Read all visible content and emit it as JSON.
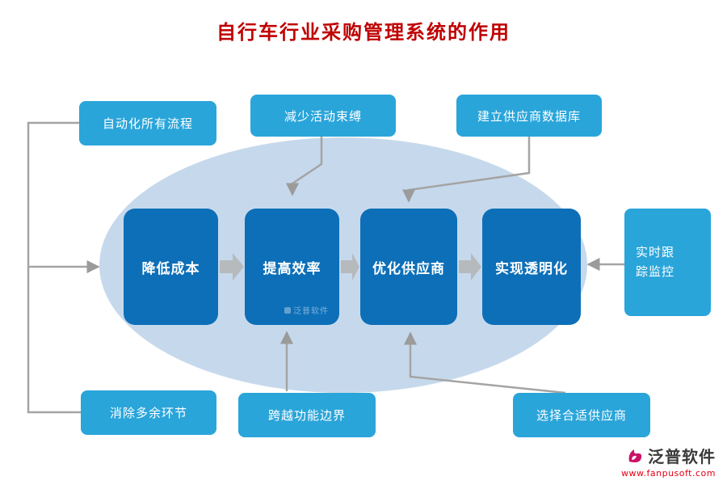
{
  "title": "自行车行业采购管理系统的作用",
  "core": {
    "steps": [
      {
        "label": "降低成本"
      },
      {
        "label": "提高效率"
      },
      {
        "label": "优化供应商"
      },
      {
        "label": "实现透明化"
      }
    ]
  },
  "satellites": {
    "top_left": "自动化所有流程",
    "top_middle": "减少活动束缚",
    "top_right": "建立供应商数据库",
    "right": "实时跟踪监控",
    "bottom_left": "消除多余环节",
    "bottom_middle": "跨越功能边界",
    "bottom_right": "选择合适供应商"
  },
  "watermark": "泛普软件",
  "branding": {
    "name": "泛普软件",
    "url": "www.fanpusoft.com"
  },
  "colors": {
    "title": "#bf0000",
    "core_box": "#0d6fb8",
    "satellite_box": "#2aa5da",
    "ellipse": "#c6d9ec",
    "connector": "#a4a4a4",
    "block_arrow": "#b6babd",
    "brand_red": "#e60012",
    "brand_mark": "#cc1166"
  }
}
